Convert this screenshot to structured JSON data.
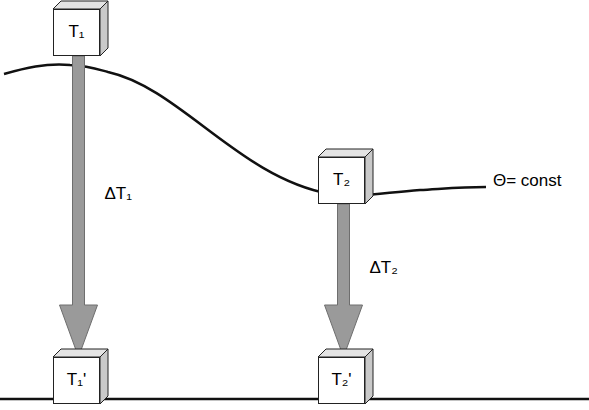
{
  "diagram": {
    "nodes": [
      {
        "text": [
          "T₁"
        ]
      },
      {
        "text": [
          "T₂"
        ]
      },
      {
        "text": [
          "T₁'"
        ]
      },
      {
        "text": [
          "T₂'"
        ]
      }
    ],
    "edges": [
      {
        "from": 0,
        "to": 2,
        "label": "ΔT₁",
        "arrow": "to"
      },
      {
        "from": 1,
        "to": 3,
        "label": "ΔT₂",
        "arrow": "to"
      }
    ],
    "labels": [
      "Θ= const"
    ]
  }
}
